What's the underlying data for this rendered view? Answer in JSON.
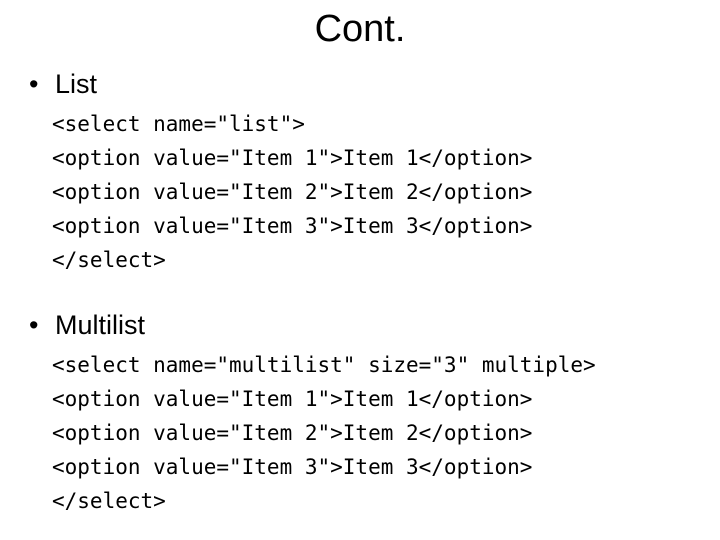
{
  "slide": {
    "title": "Cont.",
    "bullet_glyph": "•",
    "background_color": "#ffffff",
    "text_color": "#000000",
    "sections": [
      {
        "heading": "List",
        "code_lines": [
          "<select name=\"list\">",
          "<option value=\"Item 1\">Item 1</option>",
          "<option value=\"Item 2\">Item 2</option>",
          "<option value=\"Item 3\">Item 3</option>",
          "</select>"
        ]
      },
      {
        "heading": "Multilist",
        "code_lines": [
          "<select name=\"multilist\" size=\"3\" multiple>",
          "<option value=\"Item 1\">Item 1</option>",
          "<option value=\"Item 2\">Item 2</option>",
          "<option value=\"Item 3\">Item 3</option>",
          "</select>"
        ]
      }
    ]
  }
}
